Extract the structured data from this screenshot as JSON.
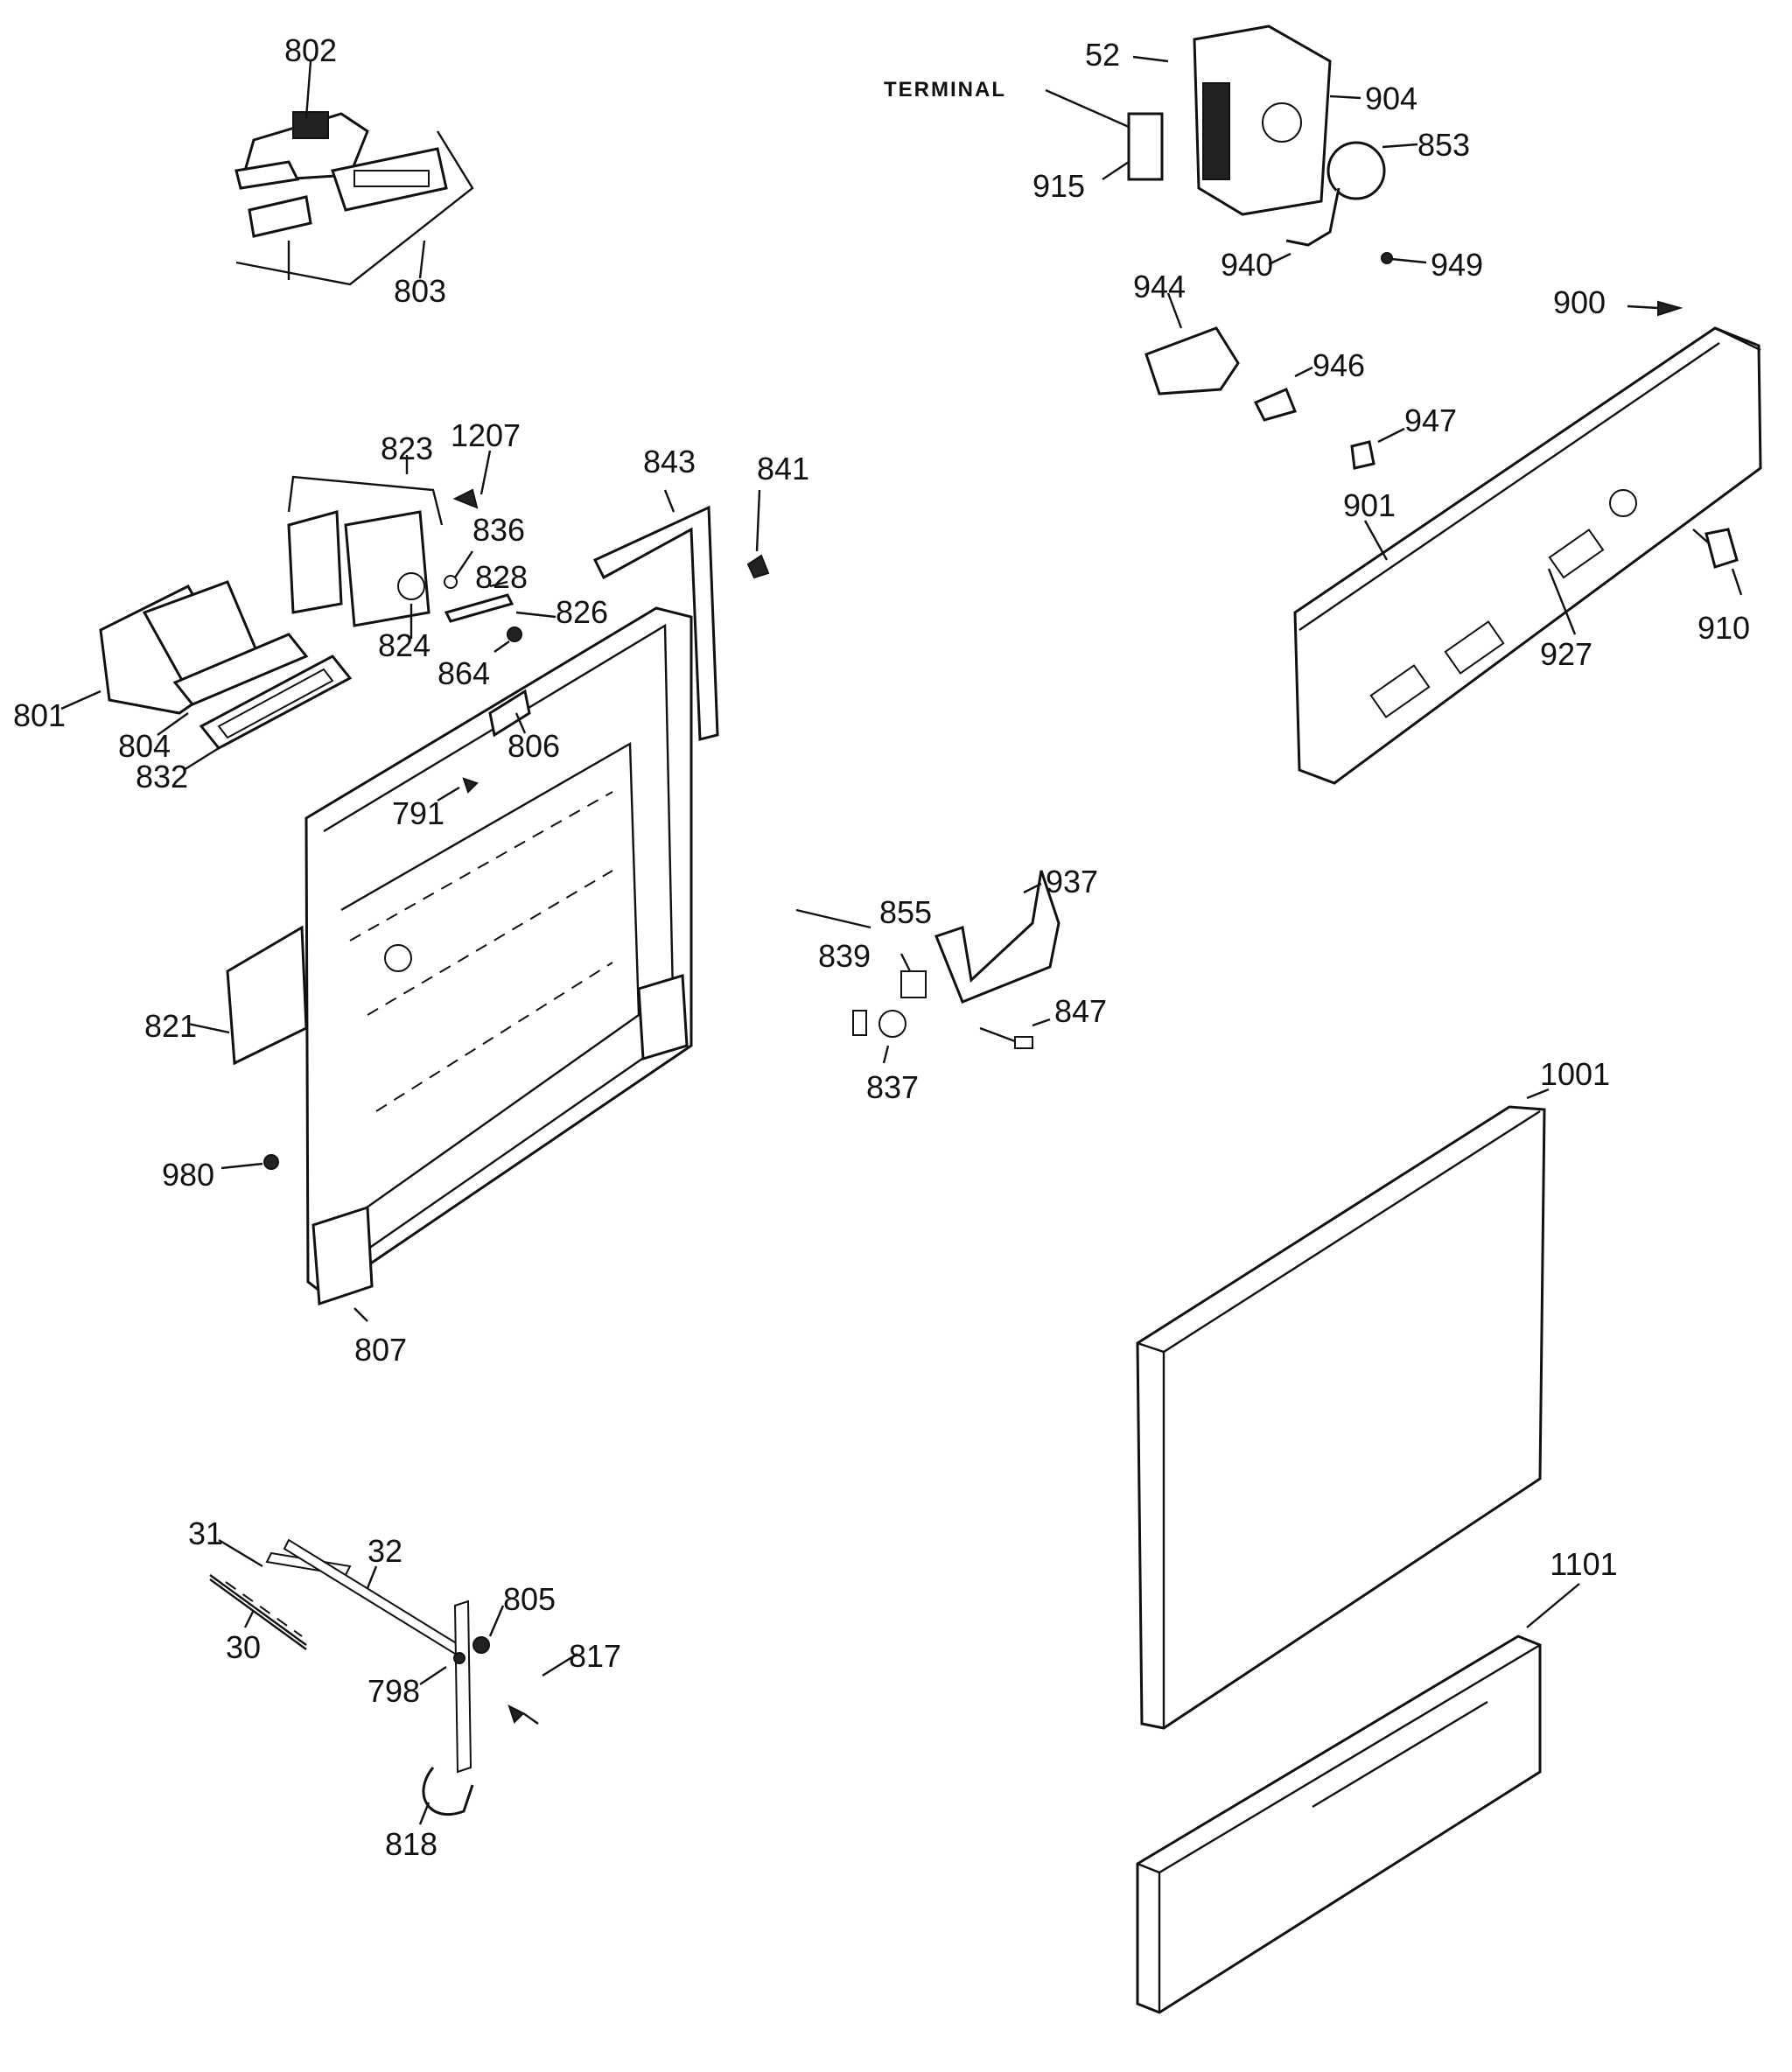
{
  "diagram": {
    "callouts": {
      "c802": "802",
      "c803": "803",
      "c52": "52",
      "terminal": "TERMINAL",
      "c904": "904",
      "c915": "915",
      "c853": "853",
      "c940": "940",
      "c949": "949",
      "c900": "900",
      "c944": "944",
      "c946": "946",
      "c947": "947",
      "c901": "901",
      "c910": "910",
      "c927": "927",
      "c823": "823",
      "c1207": "1207",
      "c843": "843",
      "c841": "841",
      "c836": "836",
      "c828": "828",
      "c826": "826",
      "c824": "824",
      "c864": "864",
      "c801": "801",
      "c804": "804",
      "c832": "832",
      "c806": "806",
      "c791": "791",
      "c937": "937",
      "c855": "855",
      "c839": "839",
      "c847": "847",
      "c837": "837",
      "c821": "821",
      "c980": "980",
      "c807": "807",
      "c1001": "1001",
      "c31": "31",
      "c32": "32",
      "c30": "30",
      "c805": "805",
      "c817": "817",
      "c798": "798",
      "c818": "818",
      "c1101": "1101"
    }
  }
}
